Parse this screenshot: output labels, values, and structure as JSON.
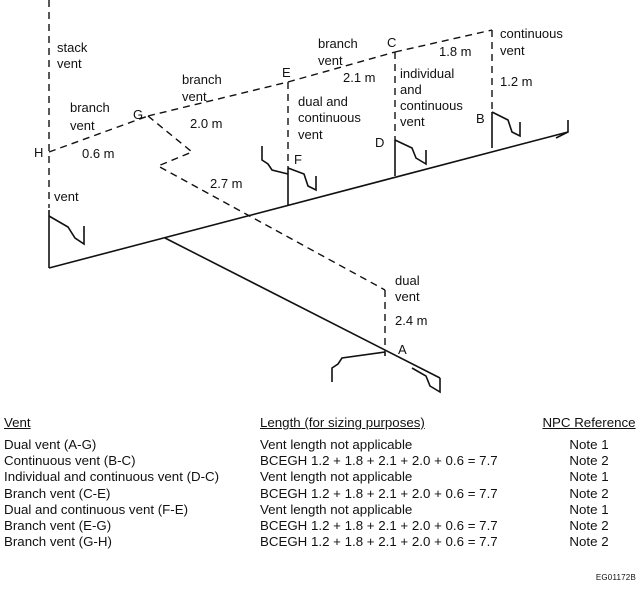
{
  "diagram": {
    "labels": {
      "stack_vent": [
        "stack",
        "vent"
      ],
      "branch_vent_hg": [
        "branch",
        "vent"
      ],
      "branch_vent_ge": [
        "branch",
        "vent"
      ],
      "branch_vent_ec": [
        "branch",
        "vent"
      ],
      "continuous_vent": [
        "continuous",
        "vent"
      ],
      "individual_continuous_vent": [
        "individual",
        "and",
        "continuous",
        "vent"
      ],
      "dual_continuous_vent": [
        "dual and",
        "continuous",
        "vent"
      ],
      "dual_vent": [
        "dual",
        "vent"
      ],
      "vent": "vent"
    },
    "points": {
      "A": "A",
      "B": "B",
      "C": "C",
      "D": "D",
      "E": "E",
      "F": "F",
      "G": "G",
      "H": "H"
    },
    "lengths": {
      "h_g": "0.6 m",
      "g_e": "2.0 m",
      "e_c": "2.1 m",
      "c_b_horizontal": "1.8 m",
      "b_vertical": "1.2 m",
      "g_a_diagonal": "2.7 m",
      "a_vertical": "2.4 m"
    }
  },
  "table": {
    "headers": {
      "vent": "Vent",
      "length": "Length (for sizing purposes)",
      "reference": "NPC Reference"
    },
    "rows": [
      {
        "vent": "Dual vent (A-G)",
        "length": "Vent length not applicable",
        "reference": "Note 1"
      },
      {
        "vent": "Continuous vent (B-C)",
        "length": "BCEGH 1.2 + 1.8 + 2.1 + 2.0 + 0.6 = 7.7",
        "reference": "Note 2"
      },
      {
        "vent": "Individual and continuous vent (D-C)",
        "length": "Vent length not applicable",
        "reference": "Note 1"
      },
      {
        "vent": "Branch vent (C-E)",
        "length": "BCEGH 1.2 + 1.8 + 2.1 + 2.0 + 0.6 = 7.7",
        "reference": "Note 2"
      },
      {
        "vent": "Dual and continuous vent (F-E)",
        "length": "Vent length not applicable",
        "reference": "Note 1"
      },
      {
        "vent": "Branch vent (E-G)",
        "length": "BCEGH 1.2 + 1.8 + 2.1 + 2.0 + 0.6 = 7.7",
        "reference": "Note 2"
      },
      {
        "vent": "Branch vent (G-H)",
        "length": "BCEGH 1.2 + 1.8 + 2.1 + 2.0 + 0.6 = 7.7",
        "reference": "Note 2"
      }
    ]
  },
  "figure_code": "EG01172B"
}
